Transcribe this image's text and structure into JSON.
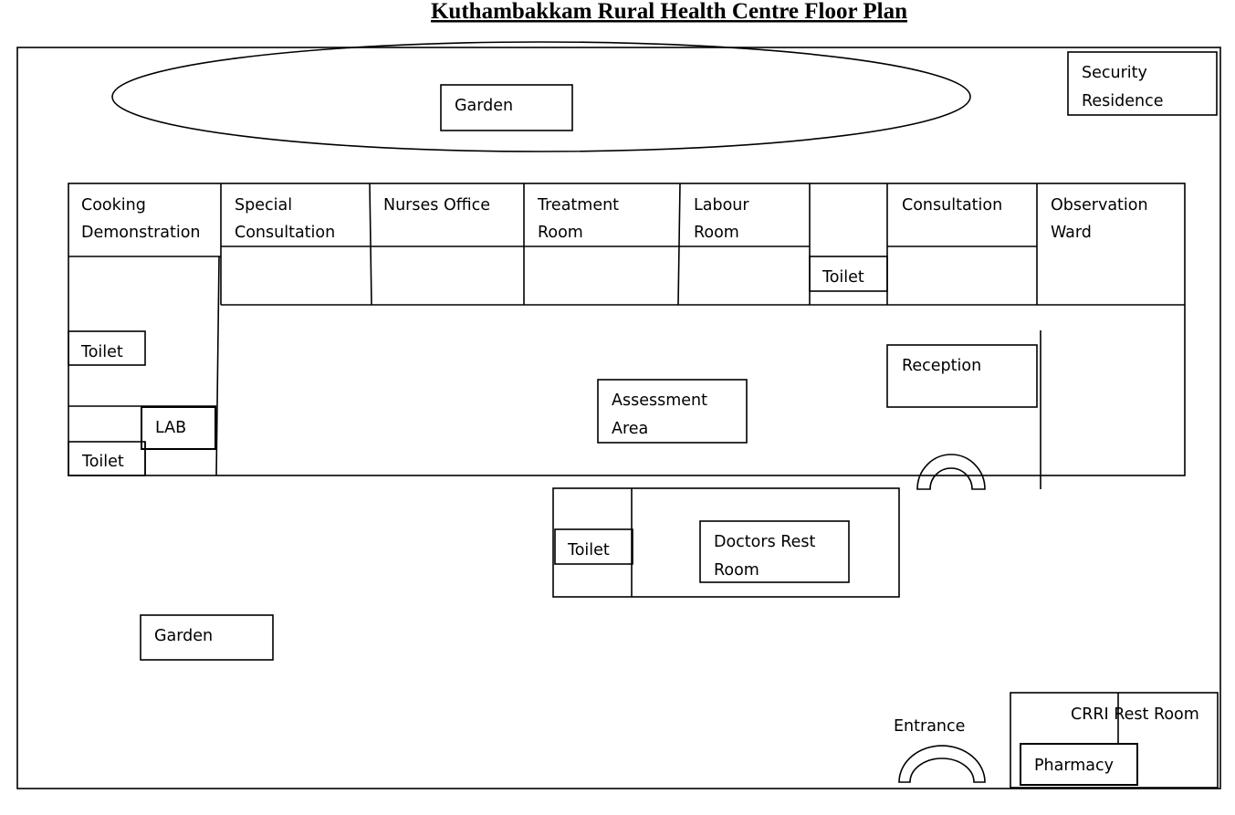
{
  "title": "Kuthambakkam Rural Health Centre Floor Plan",
  "rooms": {
    "garden_top": [
      "Garden"
    ],
    "security_residence": [
      "Security",
      "Residence"
    ],
    "cooking_demonstration": [
      "Cooking",
      "Demonstration"
    ],
    "special_consultation": [
      "Special",
      "Consultation"
    ],
    "nurses_office": [
      "Nurses Office"
    ],
    "treatment_room": [
      "Treatment",
      "Room"
    ],
    "labour_room": [
      "Labour",
      "Room"
    ],
    "toilet_top": [
      "Toilet"
    ],
    "consultation": [
      "Consultation"
    ],
    "observation_ward": [
      "Observation",
      "Ward"
    ],
    "toilet_left": [
      "Toilet"
    ],
    "lab": [
      "LAB"
    ],
    "toilet_bottom_left": [
      "Toilet"
    ],
    "reception": [
      "Reception"
    ],
    "assessment_area": [
      "Assessment",
      "Area"
    ],
    "toilet_doctors": [
      "Toilet"
    ],
    "doctors_rest_room": [
      "Doctors Rest",
      "Room"
    ],
    "garden_bottom": [
      "Garden"
    ],
    "entrance": [
      "Entrance"
    ],
    "crri_rest_room": [
      "CRRI Rest Room"
    ],
    "pharmacy": [
      "Pharmacy"
    ]
  }
}
